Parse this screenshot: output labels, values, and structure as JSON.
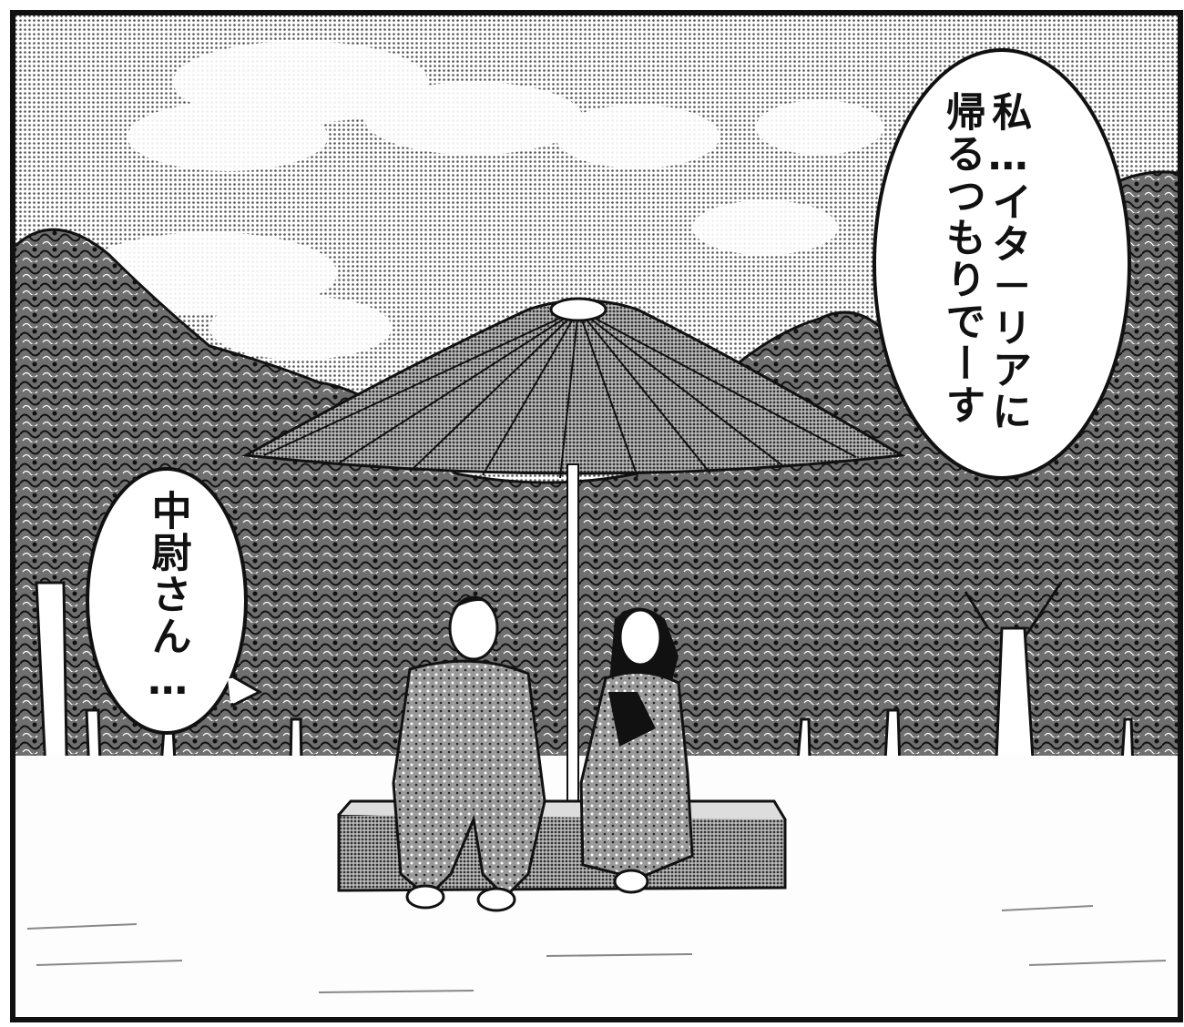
{
  "panel": {
    "speech_right": {
      "lines": [
        "私…イタ－リアに",
        "帰るつもりでーす"
      ]
    },
    "speech_left": {
      "lines": [
        "中尉さん…"
      ]
    },
    "icons": {
      "umbrella": "umbrella-icon",
      "tree": "tree-icon",
      "bench": "bench-icon",
      "man": "man-figure",
      "woman": "woman-figure"
    }
  }
}
